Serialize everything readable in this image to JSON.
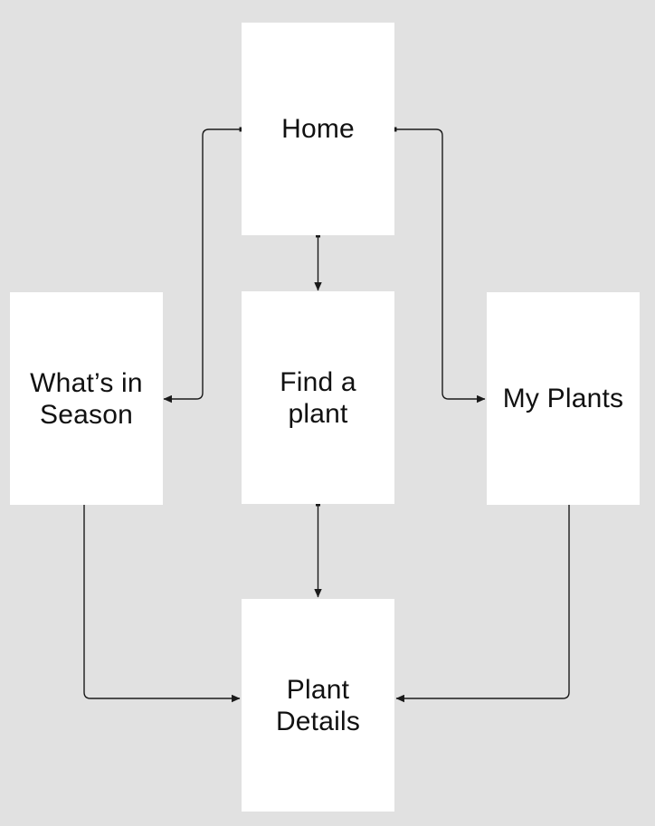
{
  "diagram": {
    "type": "flowchart",
    "nodes": {
      "home": {
        "label": "Home"
      },
      "whats_in_season": {
        "label": "What’s in\nSeason"
      },
      "find_a_plant": {
        "label": "Find a\nplant"
      },
      "my_plants": {
        "label": "My Plants"
      },
      "plant_details": {
        "label": "Plant\nDetails"
      }
    },
    "edges": [
      {
        "from": "Home",
        "to": "What’s in Season",
        "style": "elbow",
        "arrowhead": "end"
      },
      {
        "from": "Home",
        "to": "Find a plant",
        "style": "straight",
        "arrowhead": "end"
      },
      {
        "from": "Home",
        "to": "My Plants",
        "style": "elbow",
        "arrowhead": "end"
      },
      {
        "from": "What’s in Season",
        "to": "Plant Details",
        "style": "elbow",
        "arrowhead": "end"
      },
      {
        "from": "Find a plant",
        "to": "Plant Details",
        "style": "straight",
        "arrowhead": "end"
      },
      {
        "from": "My Plants",
        "to": "Plant Details",
        "style": "elbow",
        "arrowhead": "end"
      }
    ],
    "colors": {
      "background": "#e1e1e1",
      "node_fill": "#ffffff",
      "connector": "#1a1a1a",
      "text": "#111111"
    }
  }
}
